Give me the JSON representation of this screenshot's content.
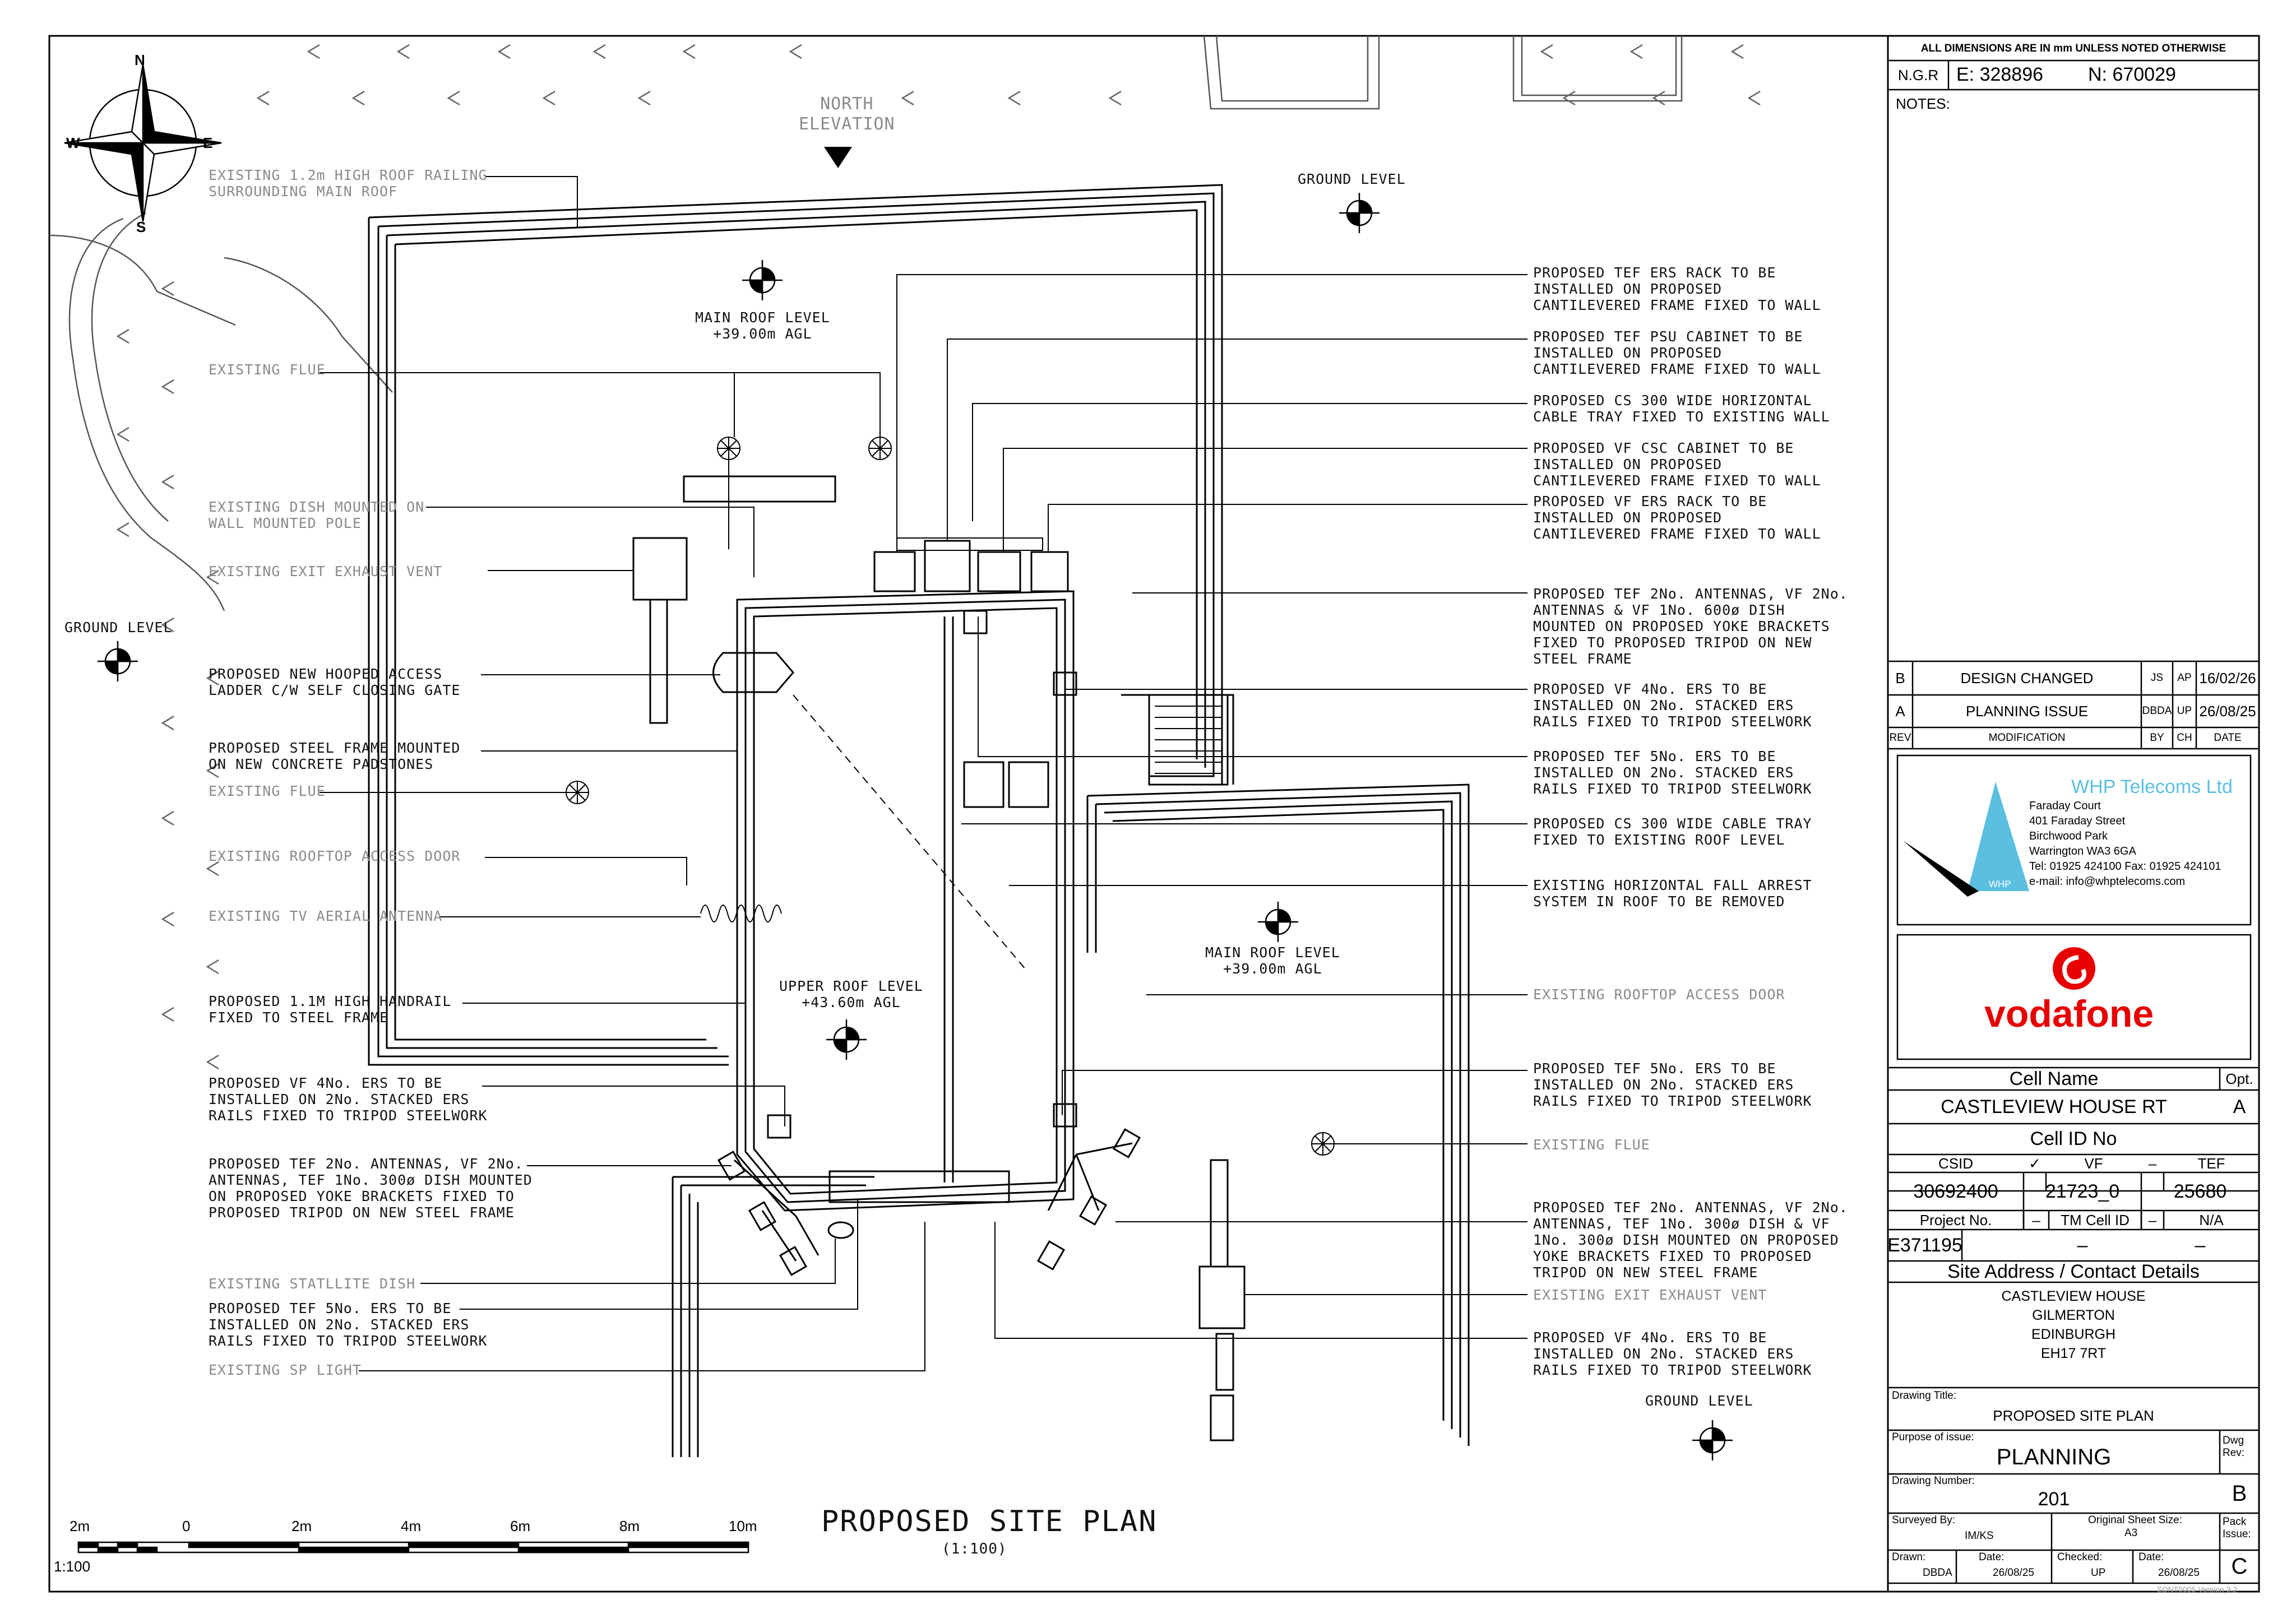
{
  "north_elevation": "NORTH\nELEVATION",
  "compass": {
    "n": "N",
    "s": "S",
    "e": "E",
    "w": "W"
  },
  "levels": {
    "main_roof_top": "MAIN ROOF LEVEL\n+39.00m AGL",
    "main_roof_right": "MAIN ROOF LEVEL\n+39.00m AGL",
    "upper_roof": "UPPER ROOF LEVEL\n+43.60m AGL",
    "ground_top": "GROUND LEVEL",
    "ground_left": "GROUND LEVEL",
    "ground_bottom": "GROUND LEVEL"
  },
  "left_labels": [
    {
      "text": "EXISTING 1.2m HIGH ROOF RAILING\nSURROUNDING MAIN ROOF",
      "grey": true
    },
    {
      "text": "EXISTING FLUE",
      "grey": true
    },
    {
      "text": "EXISTING DISH MOUNTED ON\nWALL MOUNTED POLE",
      "grey": true
    },
    {
      "text": "EXISTING EXIT EXHAUST VENT",
      "grey": true
    },
    {
      "text": "PROPOSED NEW HOOPED ACCESS\nLADDER C/W SELF CLOSING GATE",
      "grey": false
    },
    {
      "text": "PROPOSED STEEL FRAME MOUNTED\nON NEW CONCRETE PADSTONES",
      "grey": false
    },
    {
      "text": "EXISTING FLUE",
      "grey": true
    },
    {
      "text": "EXISTING ROOFTOP ACCESS DOOR",
      "grey": true
    },
    {
      "text": "EXISTING TV AERIAL ANTENNA",
      "grey": true
    },
    {
      "text": "PROPOSED 1.1M HIGH HANDRAIL\nFIXED TO STEEL FRAME",
      "grey": false
    },
    {
      "text": "PROPOSED VF 4No. ERS TO BE\nINSTALLED ON 2No. STACKED ERS\nRAILS FIXED TO TRIPOD STEELWORK",
      "grey": false
    },
    {
      "text": "PROPOSED TEF 2No. ANTENNAS, VF 2No.\nANTENNAS, TEF 1No. 300ø DISH MOUNTED\nON PROPOSED YOKE BRACKETS FIXED TO\nPROPOSED TRIPOD ON NEW STEEL FRAME",
      "grey": false
    },
    {
      "text": "EXISTING STATLLITE DISH",
      "grey": true
    },
    {
      "text": "PROPOSED TEF 5No. ERS TO BE\nINSTALLED ON 2No. STACKED ERS\nRAILS FIXED TO TRIPOD STEELWORK",
      "grey": false
    },
    {
      "text": "EXISTING SP LIGHT",
      "grey": true
    }
  ],
  "right_labels": [
    {
      "text": "PROPOSED TEF ERS RACK TO BE\nINSTALLED ON PROPOSED\nCANTILEVERED FRAME FIXED TO WALL",
      "grey": false
    },
    {
      "text": "PROPOSED TEF PSU CABINET TO BE\nINSTALLED ON PROPOSED\nCANTILEVERED FRAME FIXED TO WALL",
      "grey": false
    },
    {
      "text": "PROPOSED CS 300 WIDE HORIZONTAL\nCABLE TRAY FIXED TO EXISTING WALL",
      "grey": false
    },
    {
      "text": "PROPOSED VF CSC CABINET TO BE\nINSTALLED ON PROPOSED\nCANTILEVERED FRAME FIXED TO WALL",
      "grey": false
    },
    {
      "text": "PROPOSED VF ERS RACK TO BE\nINSTALLED ON PROPOSED\nCANTILEVERED FRAME FIXED TO WALL",
      "grey": false
    },
    {
      "text": "PROPOSED TEF 2No. ANTENNAS, VF 2No.\nANTENNAS & VF 1No. 600ø DISH\nMOUNTED ON PROPOSED YOKE BRACKETS\nFIXED TO PROPOSED TRIPOD ON NEW\nSTEEL FRAME",
      "grey": false
    },
    {
      "text": "PROPOSED VF 4No. ERS TO BE\nINSTALLED ON 2No. STACKED ERS\nRAILS FIXED TO TRIPOD STEELWORK",
      "grey": false
    },
    {
      "text": "PROPOSED TEF 5No. ERS TO BE\nINSTALLED ON 2No. STACKED ERS\nRAILS FIXED TO TRIPOD STEELWORK",
      "grey": false
    },
    {
      "text": "PROPOSED CS 300 WIDE CABLE TRAY\nFIXED TO EXISTING ROOF LEVEL",
      "grey": false
    },
    {
      "text": "EXISTING HORIZONTAL FALL ARREST\nSYSTEM IN ROOF TO BE REMOVED",
      "grey": false
    },
    {
      "text": "EXISTING ROOFTOP ACCESS DOOR",
      "grey": true
    },
    {
      "text": "PROPOSED TEF 5No. ERS TO BE\nINSTALLED ON 2No. STACKED ERS\nRAILS FIXED TO TRIPOD STEELWORK",
      "grey": false
    },
    {
      "text": "EXISTING FLUE",
      "grey": true
    },
    {
      "text": "PROPOSED TEF 2No. ANTENNAS, VF 2No.\nANTENNAS, TEF 1No. 300ø DISH & VF\n1No. 300ø DISH MOUNTED ON PROPOSED\nYOKE BRACKETS FIXED TO PROPOSED\nTRIPOD ON NEW STEEL FRAME",
      "grey": false
    },
    {
      "text": "EXISTING EXIT EXHAUST VENT",
      "grey": true
    },
    {
      "text": "PROPOSED VF 4No. ERS TO BE\nINSTALLED ON 2No. STACKED ERS\nRAILS FIXED TO TRIPOD STEELWORK",
      "grey": false
    }
  ],
  "scale_bar": {
    "ticks": [
      "2m",
      "0",
      "2m",
      "4m",
      "6m",
      "8m",
      "10m"
    ],
    "ratio": "1:100"
  },
  "plan_title": "PROPOSED SITE PLAN",
  "plan_scale": "(1:100)",
  "title_block": {
    "dims_note": "ALL DIMENSIONS ARE IN mm UNLESS NOTED OTHERWISE",
    "ngr_label": "N.G.R",
    "easting": "E: 328896",
    "northing": "N: 670029",
    "notes_label": "NOTES:",
    "revisions": [
      {
        "rev": "B",
        "mod": "DESIGN CHANGED",
        "by": "JS",
        "ch": "AP",
        "date": "16/02/26"
      },
      {
        "rev": "A",
        "mod": "PLANNING ISSUE",
        "by": "DBDA",
        "ch": "UP",
        "date": "26/08/25"
      }
    ],
    "rev_header": {
      "rev": "REV",
      "mod": "MODIFICATION",
      "by": "BY",
      "ch": "CH",
      "date": "DATE"
    },
    "company": {
      "name": "WHP Telecoms Ltd",
      "lines": [
        "Faraday Court",
        "401 Faraday Street",
        "Birchwood Park",
        "Warrington WA3 6GA",
        "Tel: 01925 424100  Fax: 01925 424101",
        "e-mail: info@whptelecoms.com"
      ],
      "logo_text": "WHP"
    },
    "client_logo": "vodafone",
    "cell_name_label": "Cell Name",
    "opt_label": "Opt.",
    "cell_name": "CASTLEVIEW HOUSE RT",
    "opt": "A",
    "cell_id_label": "Cell ID No",
    "csid_label": "CSID",
    "tick": "✓",
    "vf_label": "VF",
    "dash": "–",
    "tef_label": "TEF",
    "csid": "30692400",
    "vf": "21723_0",
    "tef": "25680",
    "project_label": "Project No.",
    "tm_label": "TM Cell ID",
    "na": "N/A",
    "project": "E371195",
    "site_address_label": "Site Address / Contact Details",
    "address": [
      "CASTLEVIEW HOUSE",
      "GILMERTON",
      "EDINBURGH",
      "EH17 7RT"
    ],
    "drawing_title_label": "Drawing Title:",
    "drawing_title": "PROPOSED SITE PLAN",
    "purpose_label": "Purpose of issue:",
    "purpose": "PLANNING",
    "dwg_rev_label": "Dwg\nRev:",
    "dwg_rev": "B",
    "drawing_number_label": "Drawing Number:",
    "drawing_number": "201",
    "surveyed_label": "Surveyed By:",
    "surveyed": "IM/KS",
    "sheet_size_label": "Original Sheet Size:",
    "sheet_size": "A3",
    "pack_label": "Pack\nIssue:",
    "pack": "C",
    "drawn_label": "Drawn:",
    "drawn": "DBDA",
    "date1_label": "Date:",
    "date1": "26/08/25",
    "checked_label": "Checked:",
    "checked": "UP",
    "date2_label": "Date:",
    "date2": "26/08/25",
    "version": "SDNT0005 Version 3.2"
  },
  "colors": {
    "line": "#000000",
    "grey": "#8a8a8a",
    "whp_blue": "#5bbfe0",
    "vodafone_red": "#e60000"
  }
}
